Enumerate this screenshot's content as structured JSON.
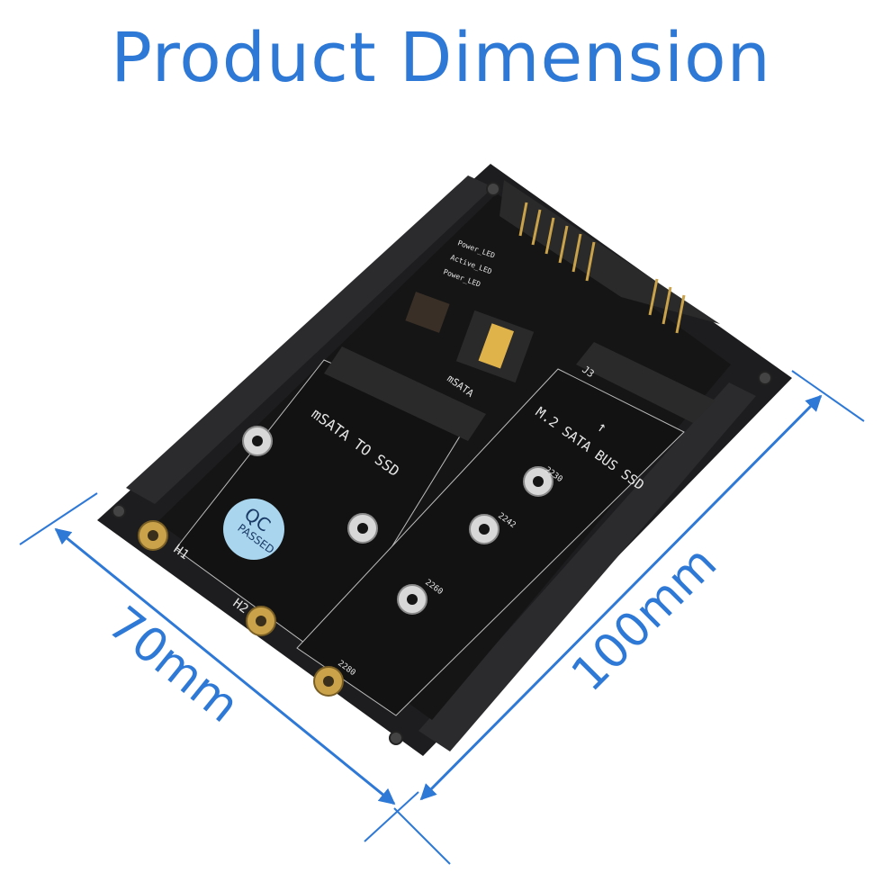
{
  "title": "Product Dimension",
  "dimensions": {
    "width_label": "70mm",
    "length_label": "100mm"
  },
  "board": {
    "msata_label": "mSATA TO SSD",
    "m2_label": "M.2 SATA BUS SSD",
    "msata_small": "mSATA",
    "j3": "J3",
    "h1": "H1",
    "h2": "H2",
    "sizes": [
      "2230",
      "2242",
      "2260",
      "2280"
    ],
    "led_labels": [
      "Power_LED",
      "Active_LED",
      "Power_LED"
    ],
    "qc_line1": "QC",
    "qc_line2": "PASSED",
    "arrow_glyph": "↑"
  },
  "colors": {
    "accent": "#2e78d6",
    "frame": "#1d1d1f",
    "pcb": "#151515",
    "gold": "#c9a24a",
    "qc": "#a9d6ee"
  }
}
